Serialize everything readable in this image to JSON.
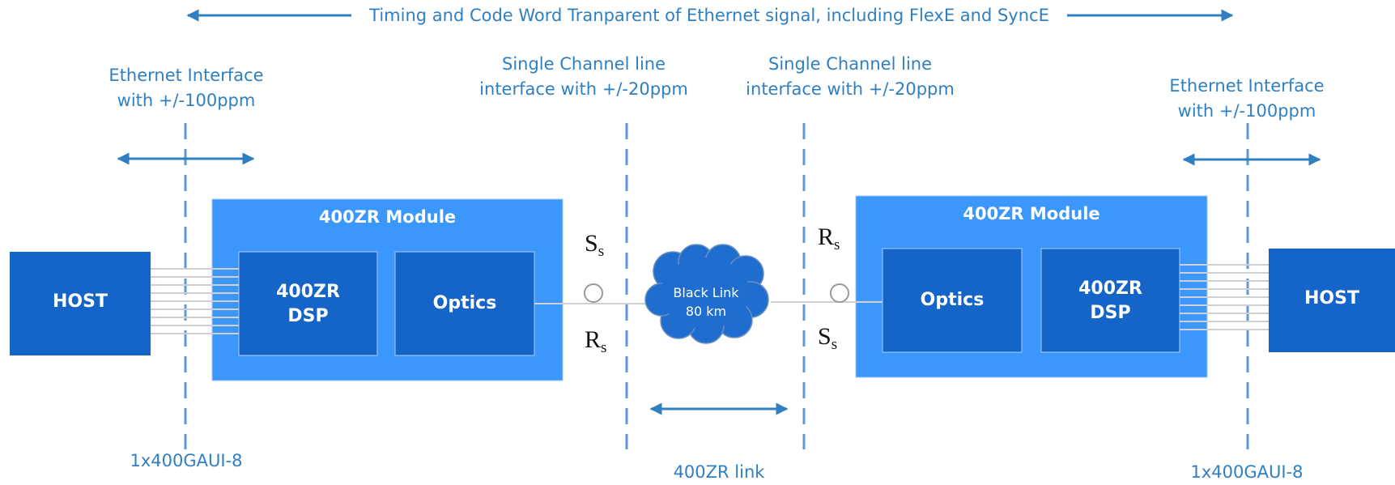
{
  "title": "Timing and Code Word Tranparent of Ethernet signal, including FlexE and SyncE",
  "colors": {
    "accent": "#2f7fc1",
    "module": "#3b97fb",
    "inner": "#1565c8",
    "host": "#1565c8",
    "cloud": "#1f6dcf"
  },
  "left": {
    "ethernet_label_1": "Ethernet Interface",
    "ethernet_label_2": "with +/-100ppm",
    "line_label_1": "Single Channel line",
    "line_label_2": "interface with +/-20ppm",
    "host": "HOST",
    "module_title": "400ZR Module",
    "dsp_1": "400ZR",
    "dsp_2": "DSP",
    "optics": "Optics",
    "gaui": "1x400GAUI-8",
    "s_main": "S",
    "s_sub": "s",
    "r_main": "R",
    "r_sub": "s"
  },
  "right": {
    "ethernet_label_1": "Ethernet Interface",
    "ethernet_label_2": "with +/-100ppm",
    "line_label_1": "Single Channel line",
    "line_label_2": "interface with +/-20ppm",
    "host": "HOST",
    "module_title": "400ZR Module",
    "dsp_1": "400ZR",
    "dsp_2": "DSP",
    "optics": "Optics",
    "gaui": "1x400GAUI-8",
    "r_main": "R",
    "r_sub": "s",
    "s_main": "S",
    "s_sub": "s"
  },
  "cloud": {
    "line_1": "Black Link",
    "line_2": "80 km"
  },
  "link_label": "400ZR link"
}
